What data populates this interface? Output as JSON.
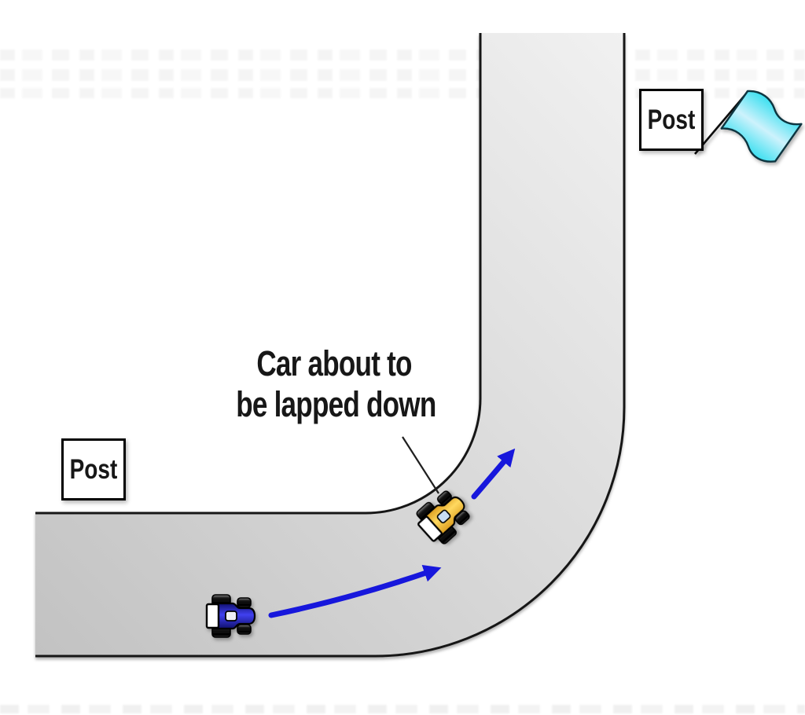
{
  "caption": {
    "line1": "Car about to",
    "line2": "be lapped down"
  },
  "posts": {
    "left_label": "Post",
    "right_label": "Post"
  },
  "icons": {
    "flag": "cyan-wavy-flag-icon",
    "blue_car": "blue-race-car-icon",
    "yellow_car": "yellow-race-car-icon",
    "arrows": "blue-curved-direction-arrows"
  },
  "colors": {
    "road_fill_dark": "#c2c2c2",
    "road_fill_light": "#f1f1f1",
    "road_border": "#161616",
    "arrow_blue": "#1717dc",
    "pointer_line": "#1f1f1f",
    "caption_text": "#171717",
    "post_text": "#171717",
    "post_box_bg": "#ffffff",
    "post_box_border": "#000000",
    "flag_cyan": "#38dff0",
    "flag_sheen": "#cdf2fc",
    "flag_outline": "#0d3440",
    "car_blue_dark": "#10106e",
    "car_blue_bright": "#4040f0",
    "car_yellow_dark": "#dd9e1f",
    "car_yellow_bright": "#ffd960",
    "car_wing": "#ffffff",
    "cockpit_blue": "#eeeef6",
    "cockpit_yellow": "#c9ddf3"
  }
}
